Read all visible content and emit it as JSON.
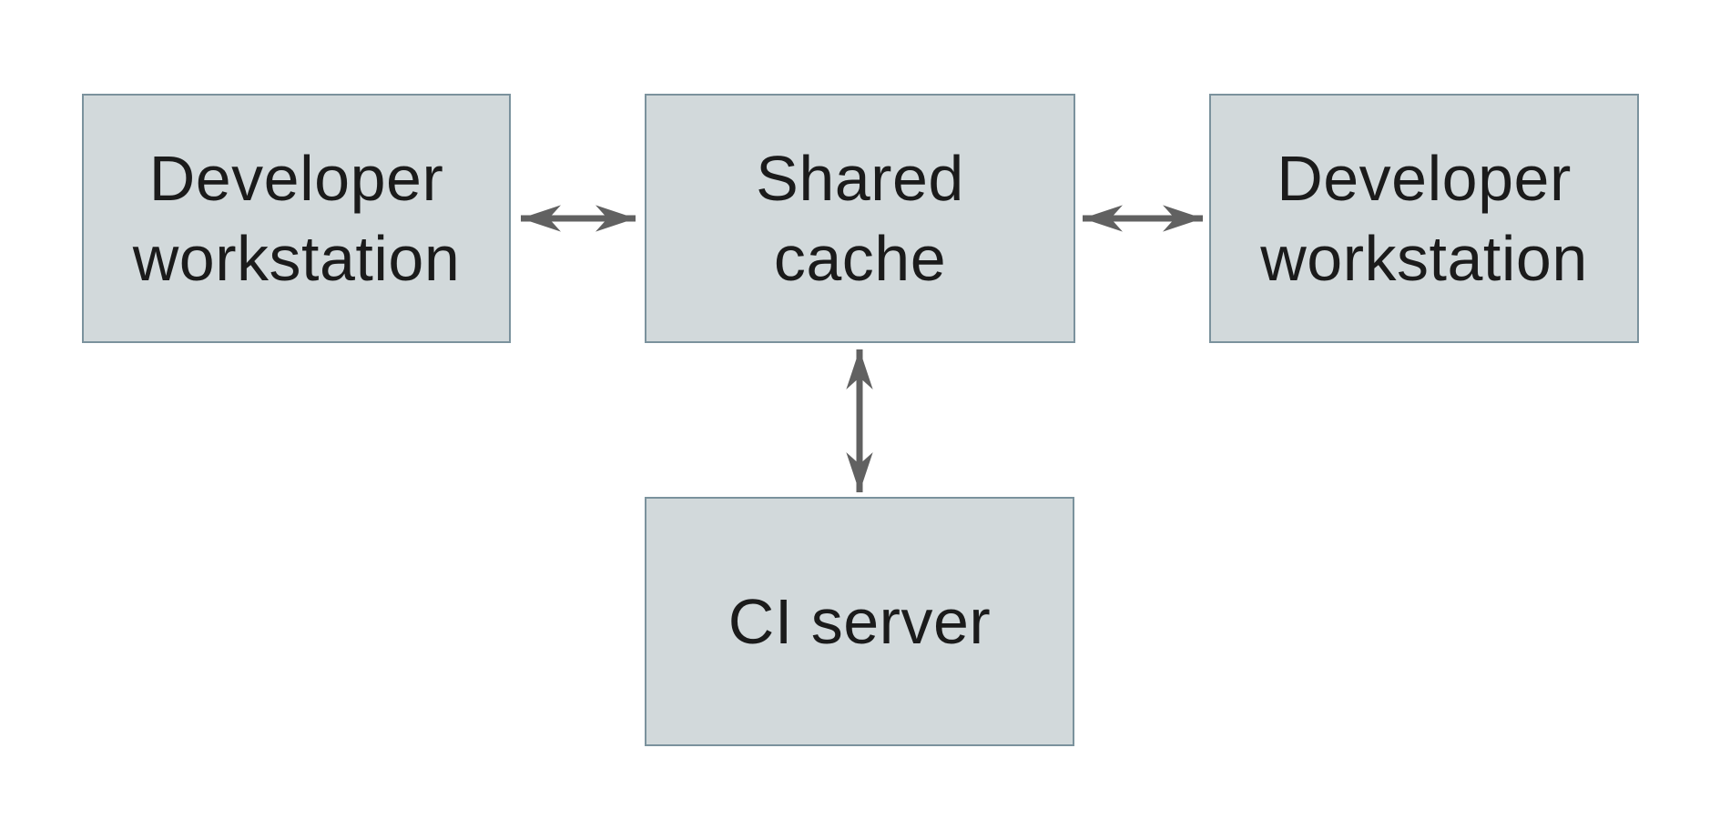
{
  "colors": {
    "node_fill": "#d2d9db",
    "node_border": "#7b929d",
    "arrow": "#616161",
    "text": "#1b1b1b",
    "background": "#ffffff"
  },
  "diagram": {
    "nodes": [
      {
        "id": "developer-workstation-left",
        "label": "Developer\nworkstation"
      },
      {
        "id": "shared-cache",
        "label": "Shared\ncache"
      },
      {
        "id": "developer-workstation-right",
        "label": "Developer\nworkstation"
      },
      {
        "id": "ci-server",
        "label": "CI server"
      }
    ],
    "edges": [
      {
        "from": "developer-workstation-left",
        "to": "shared-cache",
        "direction": "bidirectional"
      },
      {
        "from": "shared-cache",
        "to": "developer-workstation-right",
        "direction": "bidirectional"
      },
      {
        "from": "shared-cache",
        "to": "ci-server",
        "direction": "bidirectional"
      }
    ]
  }
}
